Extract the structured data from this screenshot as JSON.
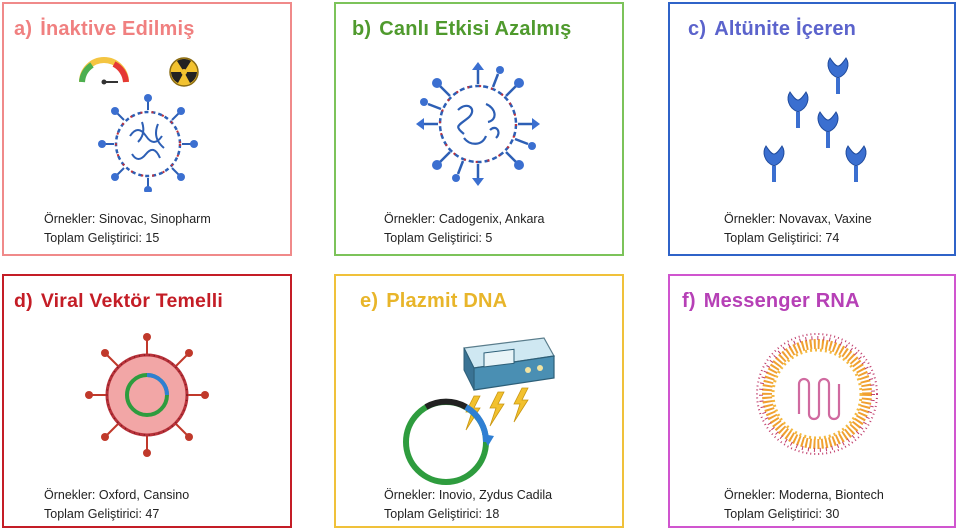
{
  "cards": [
    {
      "letter": "a)",
      "title": "İnaktive Edilmiş",
      "examples": "Örnekler: Sinovac, Sinopharm",
      "developers": "Toplam Geliştirici: 15",
      "icons": [
        "temperature-gauge-icon",
        "radiation-icon",
        "virus-icon"
      ],
      "color": "#f08a8a"
    },
    {
      "letter": "b)",
      "title": "Canlı Etkisi Azalmış",
      "examples": "Örnekler: Cadogenix, Ankara",
      "developers": "Toplam Geliştirici: 5",
      "icons": [
        "virus-icon"
      ],
      "color": "#7cc35a"
    },
    {
      "letter": "c)",
      "title": "Altünite İçeren",
      "examples": "Örnekler: Novavax, Vaxine",
      "developers": "Toplam Geliştirici: 74",
      "icons": [
        "spike-protein-icon"
      ],
      "color": "#2f63c8"
    },
    {
      "letter": "d)",
      "title": "Viral Vektör Temelli",
      "examples": "Örnekler: Oxford, Cansino",
      "developers": "Toplam Geliştirici: 47",
      "icons": [
        "viral-vector-icon"
      ],
      "color": "#c41d26"
    },
    {
      "letter": "e)",
      "title": "Plazmit DNA",
      "examples": "Örnekler: Inovio, Zydus Cadila",
      "developers": "Toplam Geliştirici: 18",
      "icons": [
        "electroporation-device-icon",
        "lightning-icon",
        "plasmid-icon"
      ],
      "color": "#f0c13a"
    },
    {
      "letter": "f)",
      "title": "Messenger RNA",
      "examples": "Örnekler: Moderna, Biontech",
      "developers": "Toplam Geliştirici: 30",
      "icons": [
        "lipid-nanoparticle-icon"
      ],
      "color": "#d055cf"
    }
  ]
}
